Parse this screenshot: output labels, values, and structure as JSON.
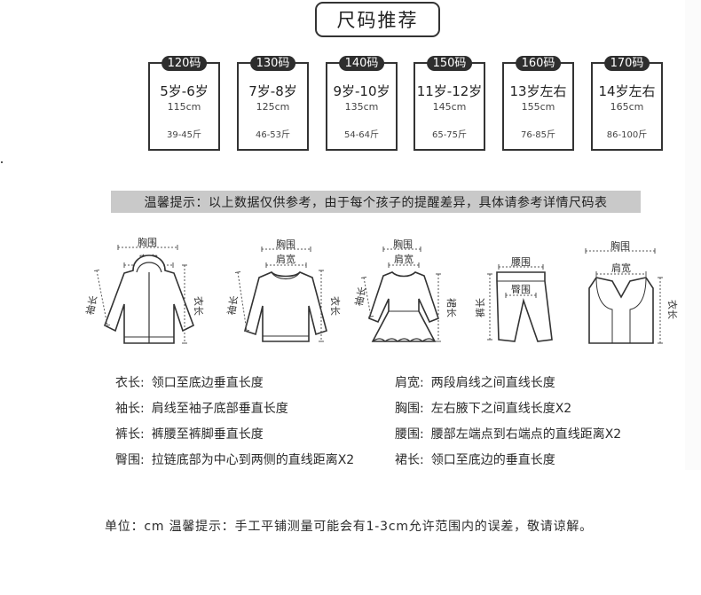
{
  "title": "尺码推荐",
  "sizes": [
    {
      "code": "120码",
      "age": "5岁-6岁",
      "height": "115cm",
      "weight": "39-45斤"
    },
    {
      "code": "130码",
      "age": "7岁-8岁",
      "height": "125cm",
      "weight": "46-53斤"
    },
    {
      "code": "140码",
      "age": "9岁-10岁",
      "height": "135cm",
      "weight": "54-64斤"
    },
    {
      "code": "150码",
      "age": "11岁-12岁",
      "height": "145cm",
      "weight": "65-75斤"
    },
    {
      "code": "160码",
      "age": "13岁左右",
      "height": "155cm",
      "weight": "76-85斤"
    },
    {
      "code": "170码",
      "age": "14岁左右",
      "height": "165cm",
      "weight": "86-100斤"
    }
  ],
  "notice": "温馨提示：以上数据仅供参考，由于每个孩子的提醒差异，具体请参考详情尺码表",
  "diagram_labels": {
    "chest": "胸围",
    "shoulder": "肩宽",
    "sleeve": "袖长",
    "length": "衣长",
    "skirt": "裙长",
    "waist": "腰围",
    "hip": "臀围",
    "pants": "裤长"
  },
  "definitions_left": [
    {
      "term": "衣长:",
      "desc": "领口至底边垂直长度"
    },
    {
      "term": "袖长:",
      "desc": "肩线至袖子底部垂直长度"
    },
    {
      "term": "裤长:",
      "desc": "裤腰至裤脚垂直长度"
    },
    {
      "term": "臀围:",
      "desc": "拉链底部为中心到两侧的直线距离X2"
    }
  ],
  "definitions_right": [
    {
      "term": "肩宽:",
      "desc": "两段肩线之间直线长度"
    },
    {
      "term": "胸围:",
      "desc": "左右腋下之间直线长度X2"
    },
    {
      "term": "腰围:",
      "desc": "腰部左端点到右端点的直线距离X2"
    },
    {
      "term": "裙长:",
      "desc": "领口至底边的垂直长度"
    }
  ],
  "footer": "单位：cm  温馨提示：手工平铺测量可能会有1-3cm允许范围内的误差，敬请谅解。"
}
